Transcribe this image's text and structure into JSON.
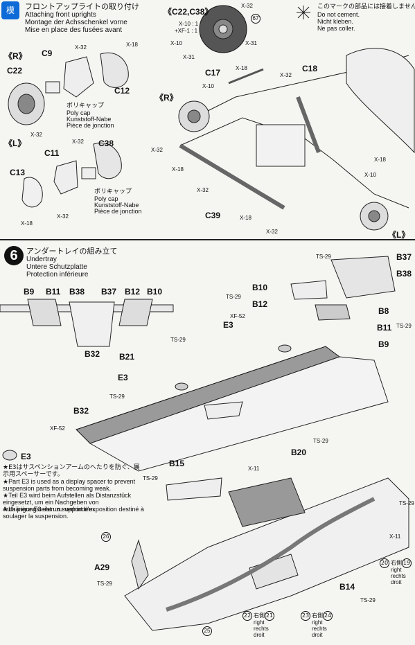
{
  "header_logo": {
    "text": "模"
  },
  "step5": {
    "title_jp": "フロントアップライトの取り付け",
    "title_en": "Attaching front uprights",
    "title_de": "Montage der Achsschenkel vorne",
    "title_fr": "Mise en place des fusées avant",
    "side_r": "《R》",
    "side_l": "《L》",
    "parts": {
      "C9": "C9",
      "C22": "C22",
      "C12": "C12",
      "C11": "C11",
      "C38": "C38",
      "C13": "C13",
      "C17": "C17",
      "C18": "C18",
      "C39": "C39",
      "C22C38": "《C22,C38》"
    },
    "poly_cap": {
      "jp": "ポリキャップ",
      "en": "Poly cap",
      "de": "Kunststoff-Nabe",
      "fr": "Pièce de jonction"
    },
    "screws": {
      "x32": "X-32",
      "x18": "X-18",
      "x10": "X-10",
      "x31": "X-31",
      "x10_mix": "X-10 : 1",
      "x10_mix2": "+XF-1 : 1"
    },
    "circle_ref": "67",
    "no_cement": {
      "jp": "このマークの部品には接着しません。",
      "en": "Do not cement.",
      "de": "Nicht kleben.",
      "fr": "Ne pas coller."
    }
  },
  "step6": {
    "number": "6",
    "title_jp": "アンダートレイの組み立て",
    "title_en": "Undertray",
    "title_de": "Untere Schutzplatte",
    "title_fr": "Protection inférieure",
    "parts": {
      "B9": "B9",
      "B11": "B11",
      "B38": "B38",
      "B37": "B37",
      "B12": "B12",
      "B10": "B10",
      "B32": "B32",
      "B21": "B21",
      "B20": "B20",
      "B8": "B8",
      "E3": "E3",
      "B15": "B15",
      "B14": "B14",
      "A29": "A29"
    },
    "paint": {
      "ts29": "TS-29",
      "xf52": "XF-52",
      "x11": "X-11"
    },
    "e3_note": {
      "jp": "★E3はサスペンションアームのへたりを防ぐ、展示用スペーサーです。",
      "en": "★Part E3 is used as a display spacer to prevent suspension parts from becoming weak.",
      "de": "★Teil E3 wird beim Aufstellen als Distanzstück eingesetzt, um ein Nachgeben von Aufhängungsteilen zu verhindern.",
      "fr": "★La pièce E3 est un support d'exposition destiné à soulager la suspension."
    },
    "decals": [
      {
        "n": "26",
        "label": ""
      },
      {
        "n": "25",
        "label": ""
      },
      {
        "n": "22",
        "label": "右側",
        "alt": "21",
        "en": "right",
        "de": "rechts",
        "fr": "droit"
      },
      {
        "n": "23",
        "label": "右側",
        "alt": "24",
        "en": "right",
        "de": "rechts",
        "fr": "droit"
      },
      {
        "n": "20",
        "label": "右側",
        "alt": "19",
        "en": "right",
        "de": "rechts",
        "fr": "droit"
      }
    ]
  }
}
